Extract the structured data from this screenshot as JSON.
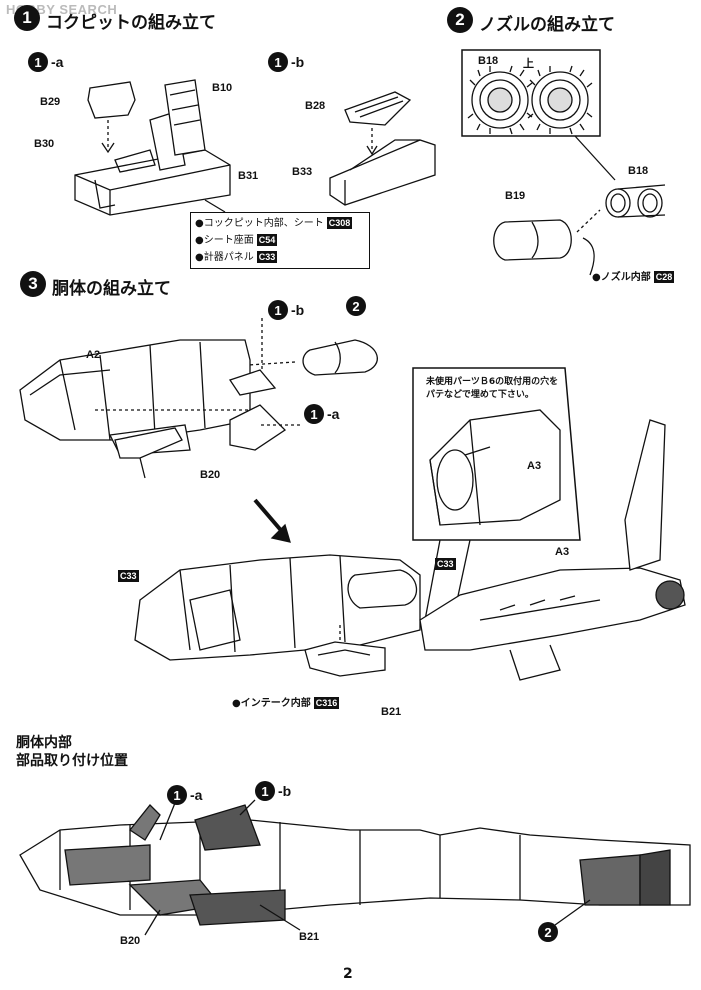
{
  "watermark": "HOBBY SEARCH",
  "step1": {
    "num": "1",
    "title": "コクピットの組み立て",
    "suba": "1",
    "suba_suffix": "-a",
    "subb": "1",
    "subb_suffix": "-b",
    "parts": {
      "b29": "B29",
      "b30": "B30",
      "b10": "B10",
      "b31": "B31",
      "b28": "B28",
      "b33": "B33"
    },
    "legend": [
      {
        "text": "●コックピット内部、シート",
        "code": "C308"
      },
      {
        "text": "●シート座面",
        "code": "C54"
      },
      {
        "text": "●計器パネル",
        "code": "C33"
      }
    ]
  },
  "step2": {
    "num": "2",
    "title": "ノズルの組み立て",
    "parts": {
      "b18_box": "B18",
      "top_label": "上",
      "b18": "B18",
      "b19": "B19"
    },
    "note": "●ノズル内部",
    "note_code": "C28"
  },
  "step3": {
    "num": "3",
    "title": "胴体の組み立て",
    "ref_1b": "1",
    "ref_1b_suffix": "-b",
    "ref_2": "2",
    "ref_1a": "1",
    "ref_1a_suffix": "-a",
    "parts": {
      "a2": "A2",
      "b20": "B20",
      "a3_inset": "A3",
      "a3": "A3",
      "b21": "B21"
    },
    "c33_a": "C33",
    "c33_b": "C33",
    "inset_note_l1": "未使用パーツＢ6の取付用の穴を",
    "inset_note_l2": "パテなどで埋めて下さい。",
    "intake_note": "●インテーク内部",
    "intake_code": "C316"
  },
  "bottom": {
    "title_l1": "胴体内部",
    "title_l2": "部品取り付け位置",
    "ref_1a": "1",
    "ref_1a_suffix": "-a",
    "ref_1b": "1",
    "ref_1b_suffix": "-b",
    "ref_2": "2",
    "b20": "B20",
    "b21": "B21"
  },
  "page_number": "2"
}
